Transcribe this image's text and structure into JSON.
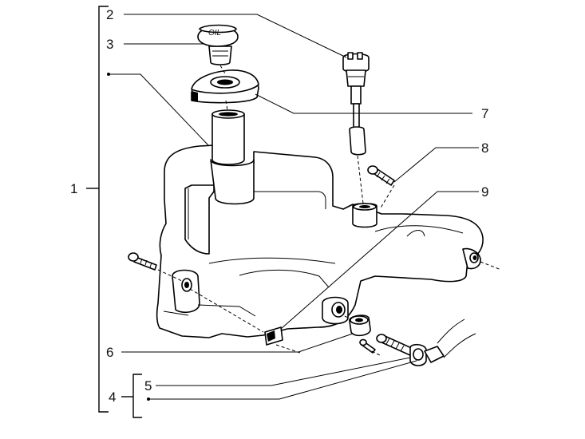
{
  "diagram": {
    "callouts": {
      "c1": "1",
      "c2": "2",
      "c3": "3",
      "c4": "4",
      "c5": "5",
      "c6": "6",
      "c7": "7",
      "c8": "8",
      "c9": "9"
    },
    "cap_marking": "OIL"
  }
}
